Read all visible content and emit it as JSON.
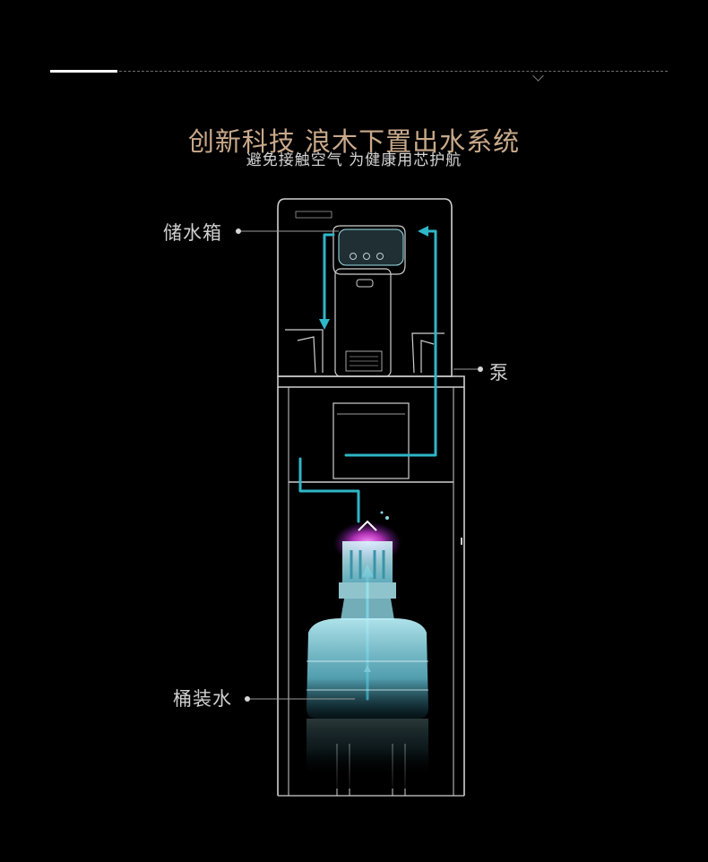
{
  "header": {
    "title": "创新科技 浪木下置出水系统",
    "subtitle": "避免接触空气 为健康用芯护航"
  },
  "labels": {
    "tank": "储水箱",
    "pump": "泵",
    "bucket": "桶装水"
  },
  "colors": {
    "background": "#000000",
    "title": "#c9a98b",
    "flow_line": "#2fb6c8",
    "glow": "#d23bd6",
    "bottle": "#8fd8e6",
    "wireframe": "#cfcfcf"
  },
  "icons": {
    "flow": "arrow-flow-icon",
    "leader": "dot-leader-icon"
  }
}
